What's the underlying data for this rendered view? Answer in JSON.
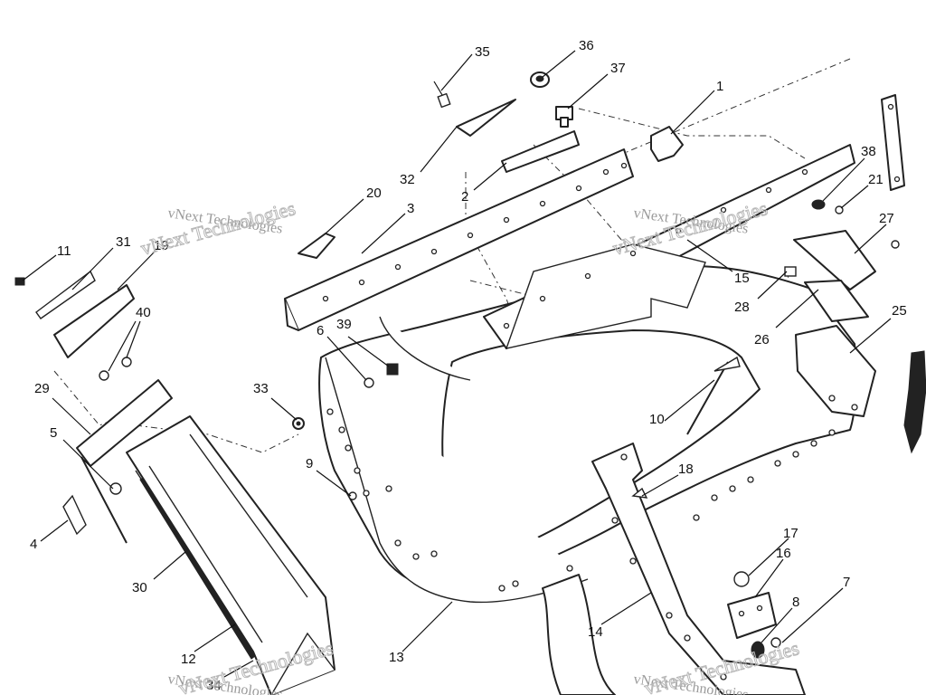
{
  "watermarks": {
    "main": "vNext Technologies",
    "outline": "vNext Technologies"
  },
  "callouts": [
    "35",
    "36",
    "37",
    "1",
    "32",
    "2",
    "20",
    "3",
    "38",
    "21",
    "27",
    "11",
    "31",
    "19",
    "40",
    "6",
    "39",
    "28",
    "26",
    "25",
    "15",
    "33",
    "29",
    "5",
    "9",
    "10",
    "18",
    "4",
    "30",
    "17",
    "16",
    "7",
    "8",
    "12",
    "13",
    "14",
    "34"
  ]
}
